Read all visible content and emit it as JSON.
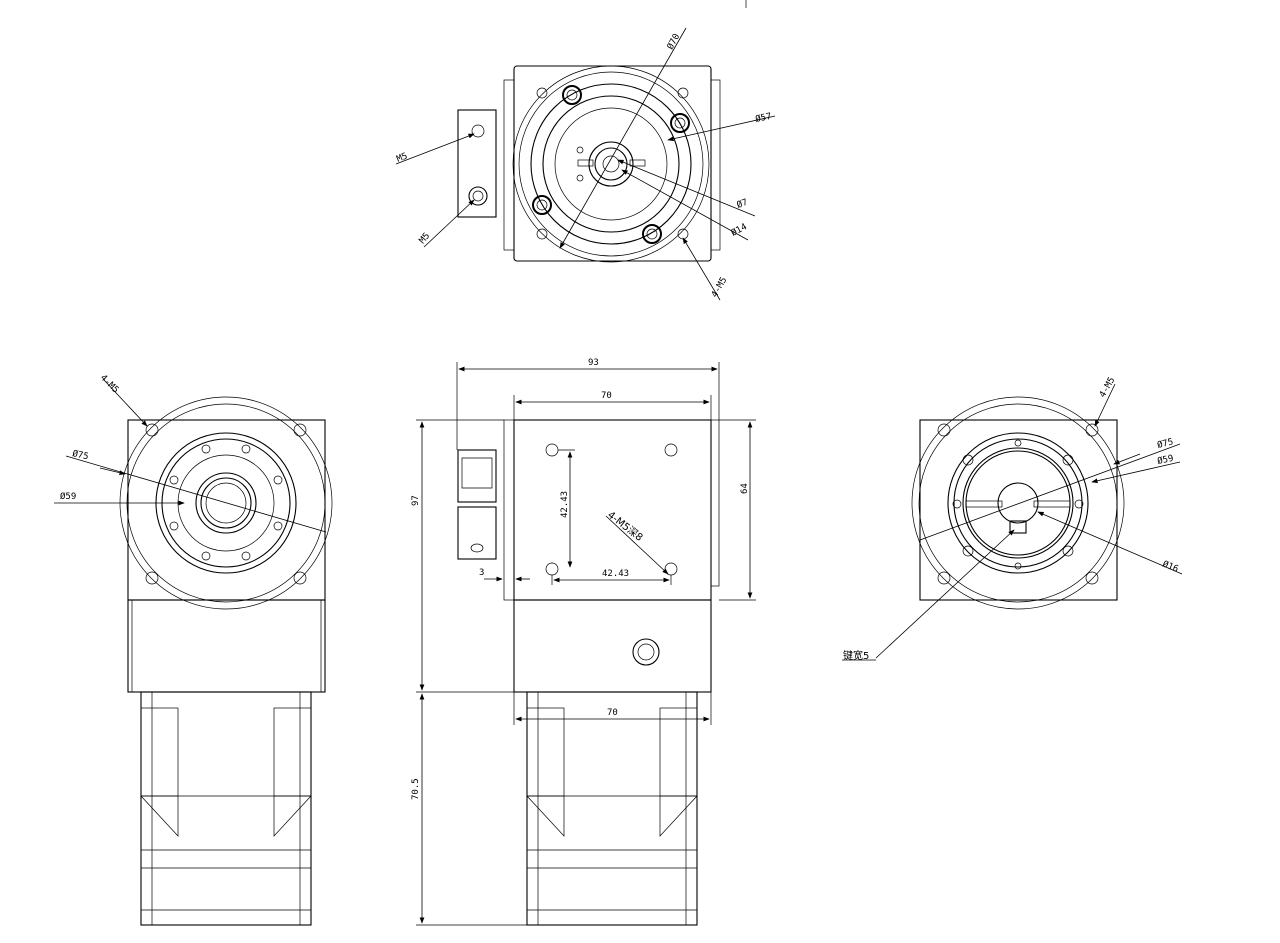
{
  "colors": {
    "line": "#000000",
    "background": "#ffffff"
  },
  "top_view": {
    "dia_outer": "Ø70",
    "dia_pitch": "Ø57",
    "dia_shaft": "Ø7",
    "dia_hub": "Ø14",
    "holes": "4-M5",
    "side_hole_1": "M5",
    "side_hole_2": "M5"
  },
  "left_view": {
    "holes": "4-M5",
    "dia_outer": "Ø75",
    "dia_pilot": "Ø59"
  },
  "front_view": {
    "width_overall": "93",
    "width_body": "70",
    "height_body": "64",
    "height_total": "97",
    "gap": "3",
    "hole_spacing_v": "42.43",
    "hole_spacing_h": "42.43",
    "width_base": "70",
    "height_motor": "70.5",
    "note": "4-M5深8"
  },
  "right_view": {
    "holes": "4-M5",
    "dia_outer": "Ø75",
    "dia_pilot": "Ø59",
    "dia_bore": "Ø16",
    "note": "键宽5"
  }
}
